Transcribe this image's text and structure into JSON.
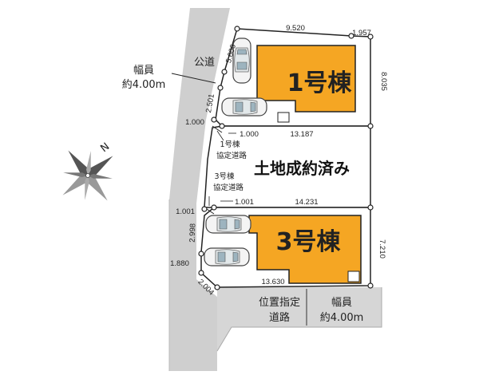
{
  "colors": {
    "road": "#cfcfcf",
    "building_fill": "#f5a623",
    "building_stroke": "#222222",
    "lot_line": "#222222"
  },
  "labels": {
    "public_road": "公道",
    "width_left_1": "幅員",
    "width_left_2": "約4.00m",
    "width_bottom_1": "幅員",
    "width_bottom_2": "約4.00m",
    "position_road_1": "位置指定",
    "position_road_2": "道路",
    "building_1": "1号棟",
    "building_3": "3号棟",
    "sold": "土地成約済み",
    "agreement_road_1_a": "1号棟",
    "agreement_road_1_b": "協定道路",
    "agreement_road_3_a": "3号棟",
    "agreement_road_3_b": "協定道路",
    "compass_north": "N"
  },
  "dimensions": {
    "lot1_top": "9.520",
    "lot1_top_right": "1.957",
    "lot1_right": "8.035",
    "lot1_left_upper": "5.606",
    "lot1_left_lower": "2.501",
    "lot1_left_short": "1.000",
    "lot1_bottom_short": "1.000",
    "lot1_bottom": "13.187",
    "lot3_top_short": "1.001",
    "lot3_left_short": "1.001",
    "lot3_top": "14.231",
    "lot3_left_upper": "2.998",
    "lot3_left_lower": "1.880",
    "lot3_corner": "2.004",
    "lot3_bottom": "13.630",
    "lot3_right": "7.210"
  },
  "icons": [
    "compass-rose-icon",
    "car-icon"
  ]
}
